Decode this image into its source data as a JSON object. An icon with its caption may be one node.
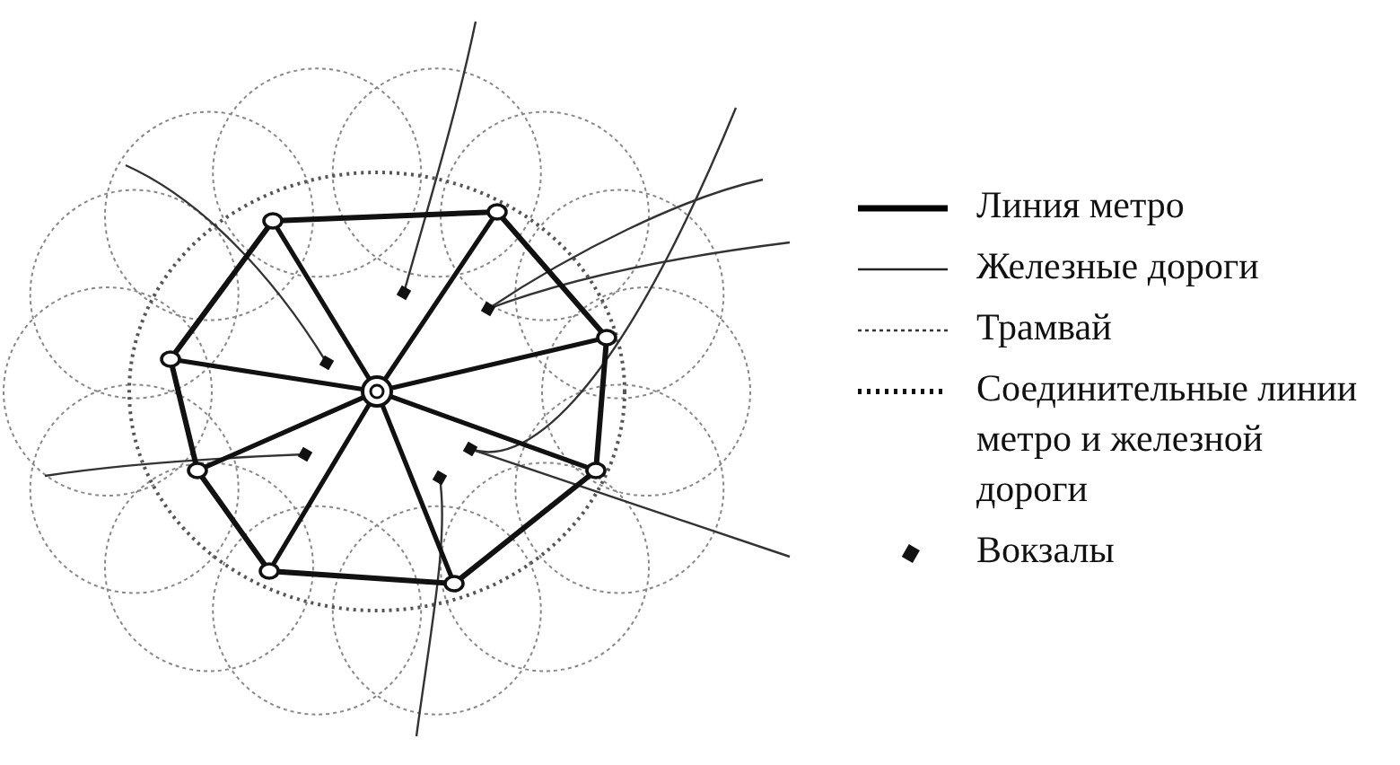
{
  "diagram": {
    "legend": [
      {
        "text": "Линия метро"
      },
      {
        "text": "Железные дороги"
      },
      {
        "text": "Трамвай"
      },
      {
        "text": "Соединительные линии метро и железной дороги"
      },
      {
        "text": "Вокзалы"
      }
    ]
  }
}
